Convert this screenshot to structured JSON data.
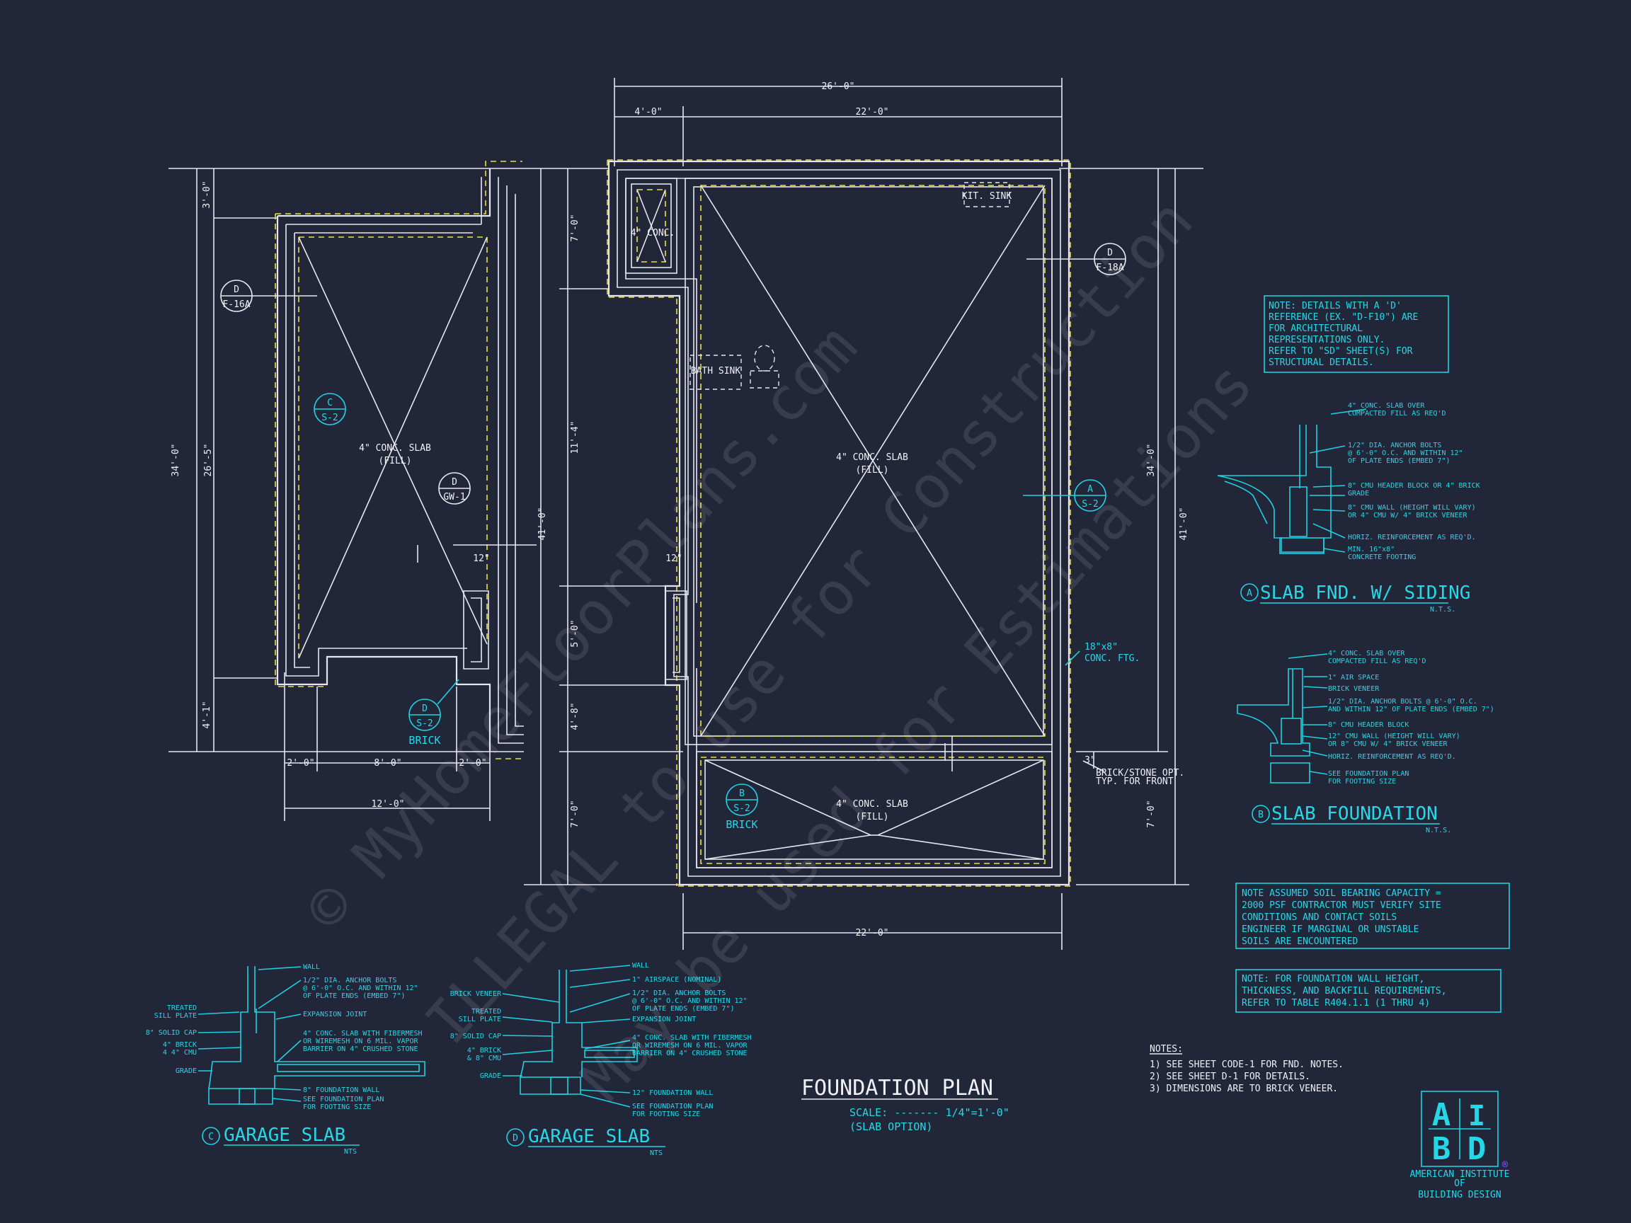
{
  "plan": {
    "title": "FOUNDATION PLAN",
    "scale": "SCALE: ------- 1/4\"=1'-0\"",
    "option": "(SLAB OPTION)"
  },
  "dims": {
    "overall_top": "26'-0\"",
    "top_left": "4'-0\"",
    "top_right": "22'-0\"",
    "bottom_main": "22'-0\"",
    "garage_bottom_total": "12'-0\"",
    "garage_b1": "2'-0\"",
    "garage_b2": "8'-0\"",
    "garage_b3": "2'-0\"",
    "left_3": "3'-0\"",
    "left_26": "26'-5\"",
    "left_34": "34'-0\"",
    "left_4": "4'-1\"",
    "mid_41": "41'-0\"",
    "mid_7a": "7'-0\"",
    "mid_11": "11'-4\"",
    "mid_5": "5'-0\"",
    "mid_4": "4'-8\"",
    "mid_7b": "7'-0\"",
    "right_34": "34'-0\"",
    "right_41": "41'-0\"",
    "right_7": "7'-0\"",
    "twelve_a": "12\"",
    "twelve_b": "12\"",
    "small_3": "3\""
  },
  "labels": {
    "garage_slab_1": "4\" CONC. SLAB",
    "garage_slab_2": "(FILL)",
    "main_slab_1": "4\" CONC. SLAB",
    "main_slab_2": "(FILL)",
    "porch_slab_1": "4\" CONC. SLAB",
    "porch_slab_2": "(FILL)",
    "small_conc": "4\" CONC.",
    "kit_sink": "KIT. SINK",
    "bath_sink": "BATH SINK",
    "ftg_1": "18\"x8\"",
    "ftg_2": "CONC. FTG.",
    "brick_opt_1": "BRICK/STONE OPT.",
    "brick_opt_2": "TYP. FOR FRONT",
    "brick_1": "BRICK",
    "brick_2": "BRICK"
  },
  "tags": [
    {
      "top": "D",
      "bottom": "F-16A"
    },
    {
      "top": "C",
      "bottom": "S-2"
    },
    {
      "top": "D",
      "bottom": "GW-1"
    },
    {
      "top": "D",
      "bottom": "S-2"
    },
    {
      "top": "D",
      "bottom": "F-18A"
    },
    {
      "top": "A",
      "bottom": "S-2"
    },
    {
      "top": "B",
      "bottom": "S-2"
    }
  ],
  "note_d_ref": [
    "NOTE: DETAILS WITH A 'D'",
    "REFERENCE (EX. \"D-F10\") ARE",
    "FOR ARCHITECTURAL",
    "REPRESENTATIONS ONLY.",
    "REFER TO \"SD\" SHEET(S) FOR",
    "STRUCTURAL DETAILS."
  ],
  "note_soil": [
    "NOTE ASSUMED SOIL BEARING CAPACITY =",
    "2000 PSF CONTRACTOR MUST VERIFY SITE",
    "CONDITIONS AND CONTACT SOILS",
    "ENGINEER IF MARGINAL OR UNSTABLE",
    "SOILS ARE ENCOUNTERED"
  ],
  "note_wall": [
    "NOTE: FOR FOUNDATION WALL HEIGHT,",
    "THICKNESS, AND BACKFILL REQUIREMENTS,",
    "REFER TO TABLE R404.1.1 (1 THRU 4)"
  ],
  "notes": {
    "heading": "NOTES:",
    "items": [
      "1) SEE SHEET CODE-1 FOR FND. NOTES.",
      "2) SEE SHEET D-1 FOR DETAILS.",
      "3) DIMENSIONS ARE TO BRICK VENEER."
    ]
  },
  "detail_a": {
    "letter": "A",
    "title": "SLAB FND. W/ SIDING",
    "nts": "N.T.S.",
    "callouts": [
      "4\" CONC. SLAB OVER",
      "COMPACTED FILL AS REQ'D",
      "1/2\" DIA. ANCHOR BOLTS",
      "@ 6'-0\" O.C. AND WITHIN 12\"",
      "OF PLATE ENDS (EMBED 7\")",
      "8\" CMU HEADER BLOCK OR 4\" BRICK",
      "GRADE",
      "8\" CMU WALL (HEIGHT WILL VARY)",
      "OR 4\" CMU W/ 4\" BRICK VENEER",
      "HORIZ. REINFORCEMENT AS REQ'D.",
      "MIN. 16\"x8\"",
      "CONCRETE FOOTING"
    ]
  },
  "detail_b": {
    "letter": "B",
    "title": "SLAB FOUNDATION",
    "nts": "N.T.S.",
    "callouts": [
      "4\" CONC. SLAB OVER",
      "COMPACTED FILL AS REQ'D",
      "1\" AIR SPACE",
      "BRICK VENEER",
      "1/2\" DIA. ANCHOR BOLTS @ 6'-0\" O.C.",
      "AND WITHIN 12\" OF PLATE ENDS (EMBED 7\")",
      "8\" CMU HEADER BLOCK",
      "12\" CMU WALL (HEIGHT WILL VARY)",
      "OR 8\" CMU W/ 4\" BRICK VENEER",
      "HORIZ. REINFORCEMENT AS REQ'D.",
      "SEE FOUNDATION PLAN",
      "FOR FOOTING SIZE"
    ]
  },
  "detail_c": {
    "letter": "C",
    "title": "GARAGE SLAB",
    "nts": "NTS",
    "callouts_right": [
      "WALL",
      "1/2\" DIA. ANCHOR BOLTS",
      "@ 6'-0\" O.C. AND WITHIN 12\"",
      "OF PLATE ENDS (EMBED 7\")",
      "EXPANSION JOINT",
      "4\" CONC. SLAB WITH FIBERMESH",
      "OR WIREMESH ON 6 MIL. VAPOR",
      "BARRIER ON 4\" CRUSHED STONE",
      "8\" FOUNDATION WALL",
      "SEE FOUNDATION PLAN",
      "FOR FOOTING SIZE"
    ],
    "callouts_left": [
      "TREATED",
      "SILL PLATE",
      "8\" SOLID CAP",
      "4\" BRICK",
      "4 4\" CMU",
      "GRADE"
    ]
  },
  "detail_d": {
    "letter": "D",
    "title": "GARAGE SLAB",
    "nts": "NTS",
    "callouts_right": [
      "WALL",
      "1\" AIRSPACE (NOMINAL)",
      "1/2\" DIA. ANCHOR BOLTS",
      "@ 6'-0\" O.C. AND WITHIN 12\"",
      "OF PLATE ENDS (EMBED 7\")",
      "EXPANSION JOINT",
      "4\" CONC. SLAB WITH FIBERMESH",
      "OR WIREMESH ON 6 MIL. VAPOR",
      "BARRIER ON 4\" CRUSHED STONE",
      "12\" FOUNDATION WALL",
      "SEE FOUNDATION PLAN",
      "FOR FOOTING SIZE"
    ],
    "callouts_left": [
      "BRICK VENEER",
      "TREATED",
      "SILL PLATE",
      "8\" SOLID CAP",
      "4\" BRICK",
      "& 8\" CMU",
      "GRADE"
    ]
  },
  "logo": {
    "a": "A",
    "i": "I",
    "b": "B",
    "d": "D",
    "registered": "®",
    "line1": "AMERICAN INSTITUTE",
    "line2": "OF",
    "line3": "BUILDING DESIGN"
  },
  "watermark": {
    "line1": "© MyHomeFloorPlans.com",
    "line2": "ILLEGAL to use for Construction",
    "line3": "May be used for Estimations"
  },
  "colors": {
    "background": "#222639",
    "lines": "#e6e6f0",
    "cyan": "#1fd0e0",
    "yellow": "#e8e040"
  }
}
